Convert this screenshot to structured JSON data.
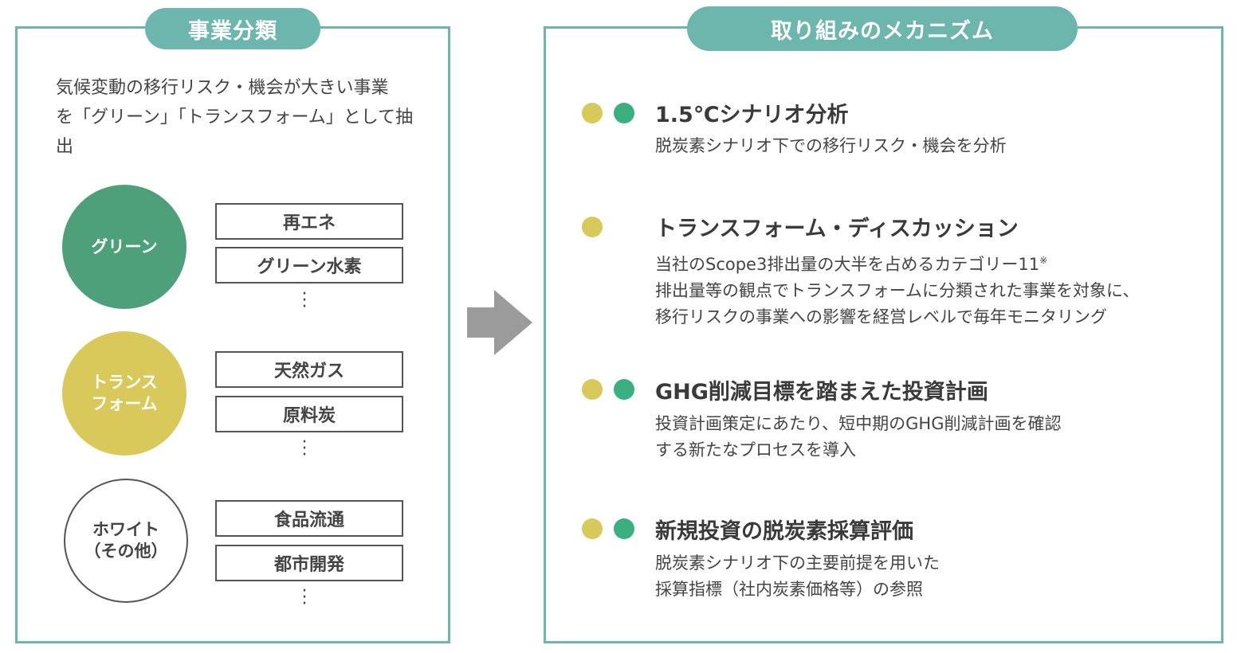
{
  "left": {
    "heading": "事業分類",
    "intro_line1": "気候変動の移行リスク・機会が大きい事業",
    "intro_line2": "を「グリーン」「トランスフォーム」として抽出",
    "groups": [
      {
        "label_line1": "グリーン",
        "label_line2": "",
        "color": "#4ea07a",
        "items": [
          "再エネ",
          "グリーン水素"
        ]
      },
      {
        "label_line1": "トランス",
        "label_line2": "フォーム",
        "color": "#d8c95a",
        "items": [
          "天然ガス",
          "原料炭"
        ]
      },
      {
        "label_line1": "ホワイト",
        "label_line2": "（その他）",
        "color": "#ffffff",
        "items": [
          "食品流通",
          "都市開発"
        ]
      }
    ]
  },
  "right": {
    "heading": "取り組みのメカニズム",
    "mechanisms": [
      {
        "title": "1.5℃シナリオ分析",
        "lines": [
          "脱炭素シナリオ下での移行リスク・機会を分析"
        ]
      },
      {
        "title": "トランスフォーム・ディスカッション",
        "lines": [
          "当社のScope3排出量の大半を占めるカテゴリー11",
          "排出量等の観点でトランスフォームに分類された事業を対象に、",
          "移行リスクの事業への影響を経営レベルで毎年モニタリング"
        ],
        "footnote_mark": "※"
      },
      {
        "title": "GHG削減目標を踏まえた投資計画",
        "lines": [
          "投資計画策定にあたり、短中期のGHG削減計画を確認",
          "する新たなプロセスを導入"
        ]
      },
      {
        "title": "新規投資の脱炭素採算評価",
        "lines": [
          "脱炭素シナリオ下の主要前提を用いた",
          "採算指標（社内炭素価格等）の参照"
        ]
      }
    ]
  },
  "colors": {
    "frame": "#6db6ae",
    "green": "#4ea07a",
    "yellow": "#d8c95a",
    "dot_green": "#3aaf7f",
    "arrow": "#9b9b9b"
  }
}
